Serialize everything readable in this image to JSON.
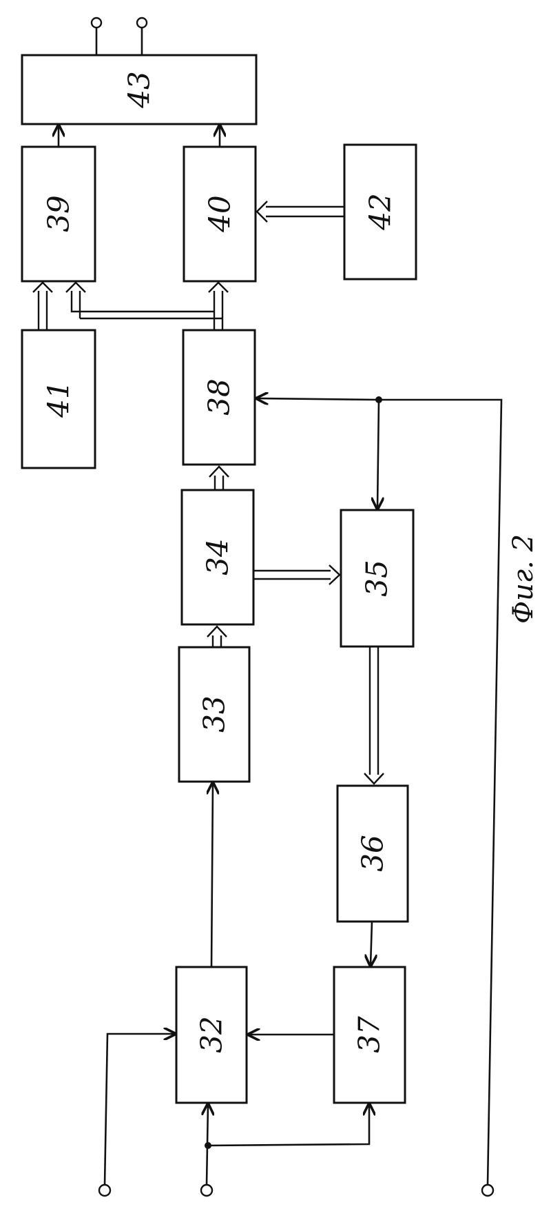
{
  "figure_caption": "Фиг. 2",
  "blocks": {
    "b32": "32",
    "b33": "33",
    "b34": "34",
    "b35": "35",
    "b36": "36",
    "b37": "37",
    "b38": "38",
    "b39": "39",
    "b40": "40",
    "b41": "41",
    "b42": "42",
    "b43": "43"
  }
}
